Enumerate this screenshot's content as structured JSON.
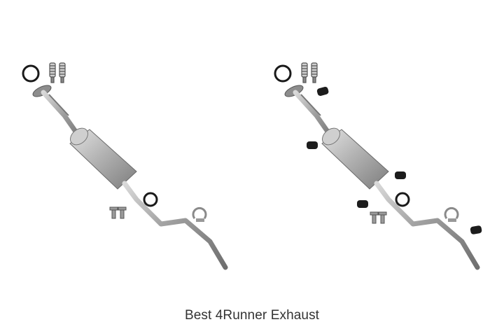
{
  "caption": "Best 4Runner Exhaust",
  "products": [
    {
      "name": "exhaust-kit-basic",
      "includes_hangers": false
    },
    {
      "name": "exhaust-kit-with-hangers",
      "includes_hangers": true
    }
  ],
  "colors": {
    "background": "#ffffff",
    "caption_text": "#333333",
    "pipe": "#9a9a9a",
    "muffler": "#b8b8b8",
    "gasket": "#1a1a1a",
    "hanger": "#1c1c1c"
  }
}
